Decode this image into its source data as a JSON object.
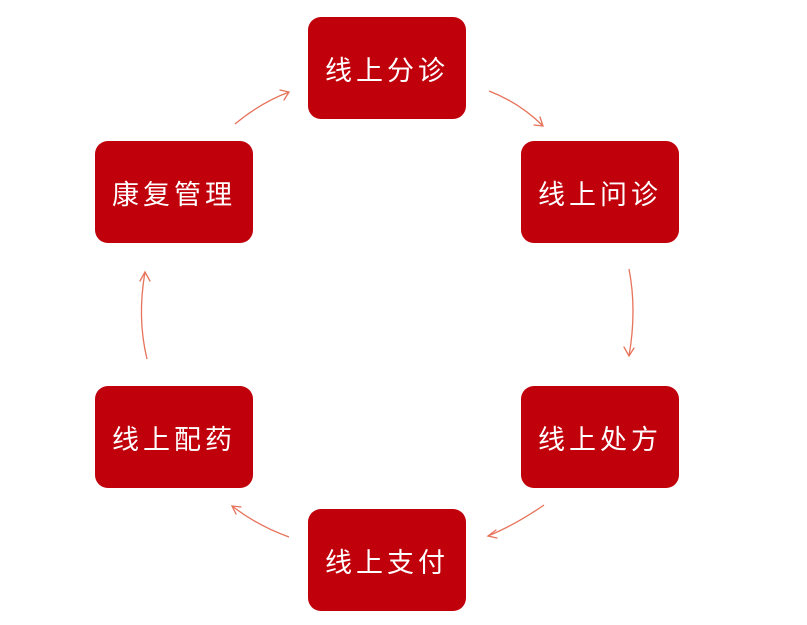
{
  "colors": {
    "node_fill": "#c0000b",
    "node_text": "#ffffff",
    "arrow": "#e6735a",
    "background": "#ffffff"
  },
  "nodes": {
    "top": "线上分诊",
    "right_upper": "线上问诊",
    "right_lower": "线上处方",
    "bottom": "线上支付",
    "left_lower": "线上配药",
    "left_upper": "康复管理"
  }
}
